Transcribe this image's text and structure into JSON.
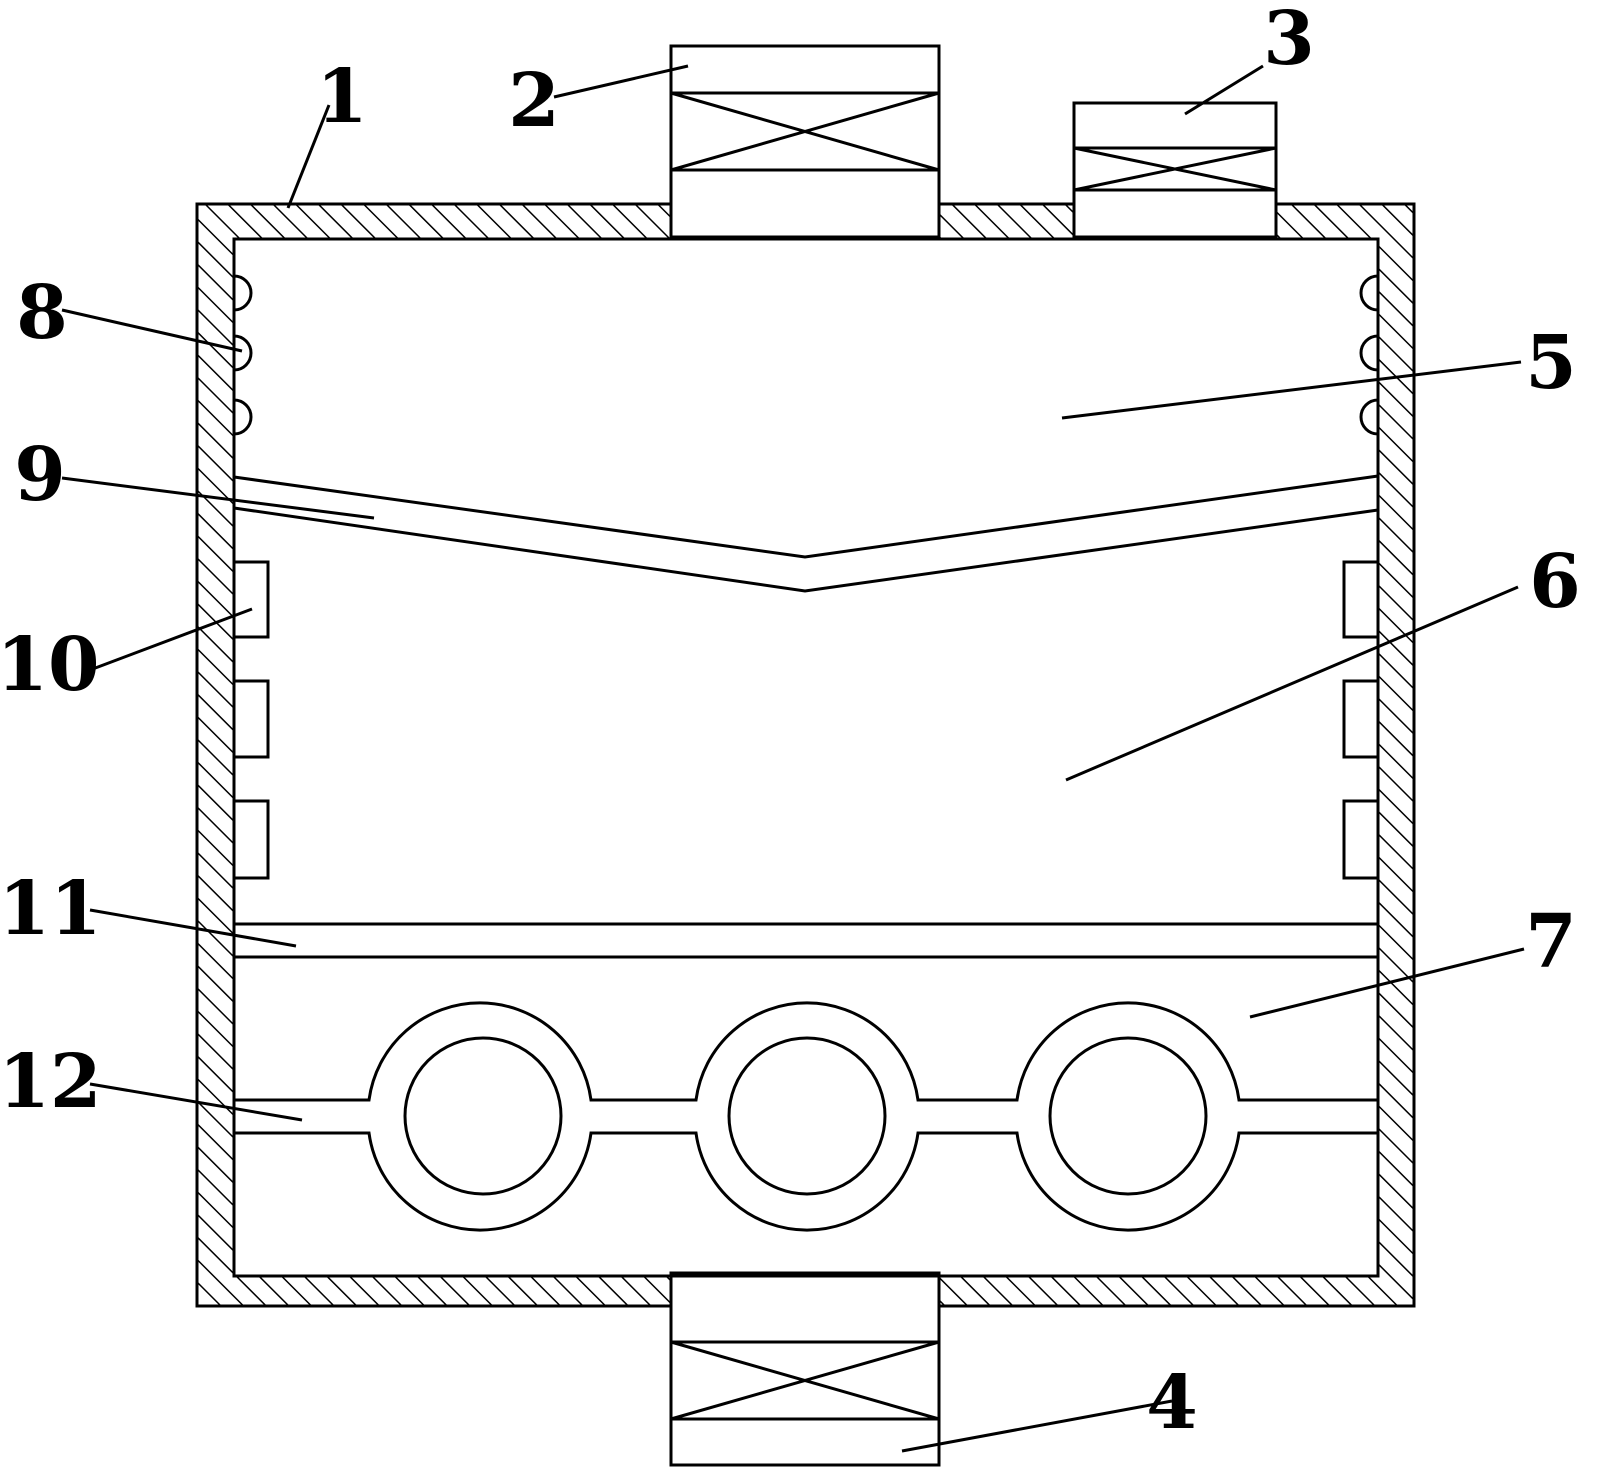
{
  "colors": {
    "line": "#000000",
    "background": "#ffffff"
  },
  "labels": [
    {
      "id": "1",
      "text": "1"
    },
    {
      "id": "2",
      "text": "2"
    },
    {
      "id": "3",
      "text": "3"
    },
    {
      "id": "4",
      "text": "4"
    },
    {
      "id": "5",
      "text": "5"
    },
    {
      "id": "6",
      "text": "6"
    },
    {
      "id": "7",
      "text": "7"
    },
    {
      "id": "8",
      "text": "8"
    },
    {
      "id": "9",
      "text": "9"
    },
    {
      "id": "10",
      "text": "10"
    },
    {
      "id": "11",
      "text": "11"
    },
    {
      "id": "12",
      "text": "12"
    }
  ]
}
